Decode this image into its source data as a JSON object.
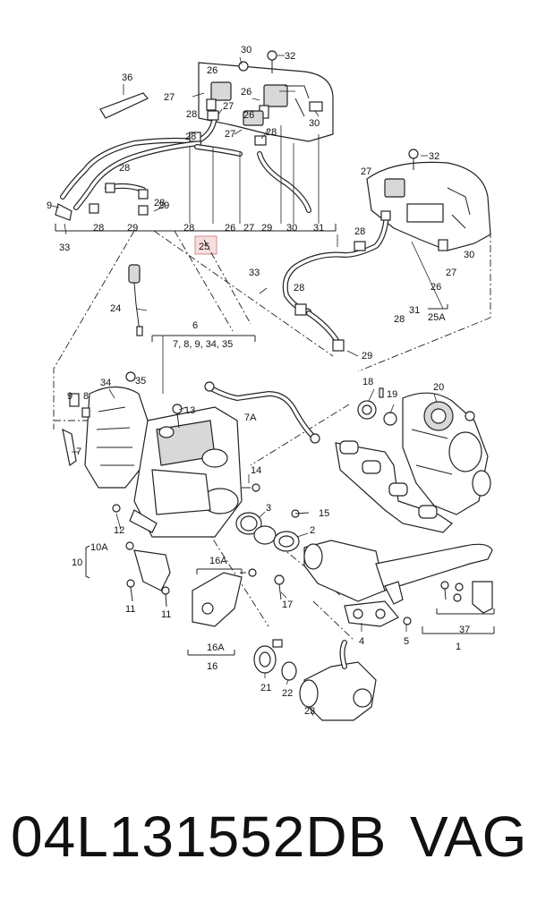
{
  "part_number": "04L131552DB",
  "brand": "VAG",
  "callouts": {
    "c1": "1",
    "c2": "2",
    "c3": "3",
    "c4": "4",
    "c5": "5",
    "c6": "6",
    "c6_sub": "7, 8, 9, 34, 35",
    "c7": "7",
    "c7a": "7A",
    "c8": "8",
    "c9": "9",
    "c10": "10",
    "c10a": "10A",
    "c11a": "11",
    "c11b": "11",
    "c12": "12",
    "c13": "13",
    "c14": "14",
    "c15": "15",
    "c16": "16",
    "c16a_top": "16A",
    "c16a_bot": "16A",
    "c17": "17",
    "c18": "18",
    "c19": "19",
    "c20": "20",
    "c21": "21",
    "c22": "22",
    "c23": "23",
    "c24": "24",
    "c25": "25",
    "c25a": "25A",
    "c26a": "26",
    "c26b": "26",
    "c26c": "26",
    "c26d": "26",
    "c27a": "27",
    "c27b": "27",
    "c27c": "27",
    "c27d": "27",
    "c27e": "27",
    "c28a": "28",
    "c28b": "28",
    "c28c": "28",
    "c28d": "28",
    "c28e": "28",
    "c28f": "28",
    "c28g": "28",
    "c28h": "28",
    "c28i": "28",
    "c29a": "29",
    "c29b": "29",
    "c29c": "29",
    "c30a": "30",
    "c30b": "30",
    "c30c": "30",
    "c30d": "30",
    "c31a": "31",
    "c31b": "31",
    "c32a": "32",
    "c32b": "32",
    "c33a": "33",
    "c33b": "33",
    "c34": "34",
    "c35": "35",
    "c36": "36",
    "c37": "37",
    "c9b": "9"
  }
}
